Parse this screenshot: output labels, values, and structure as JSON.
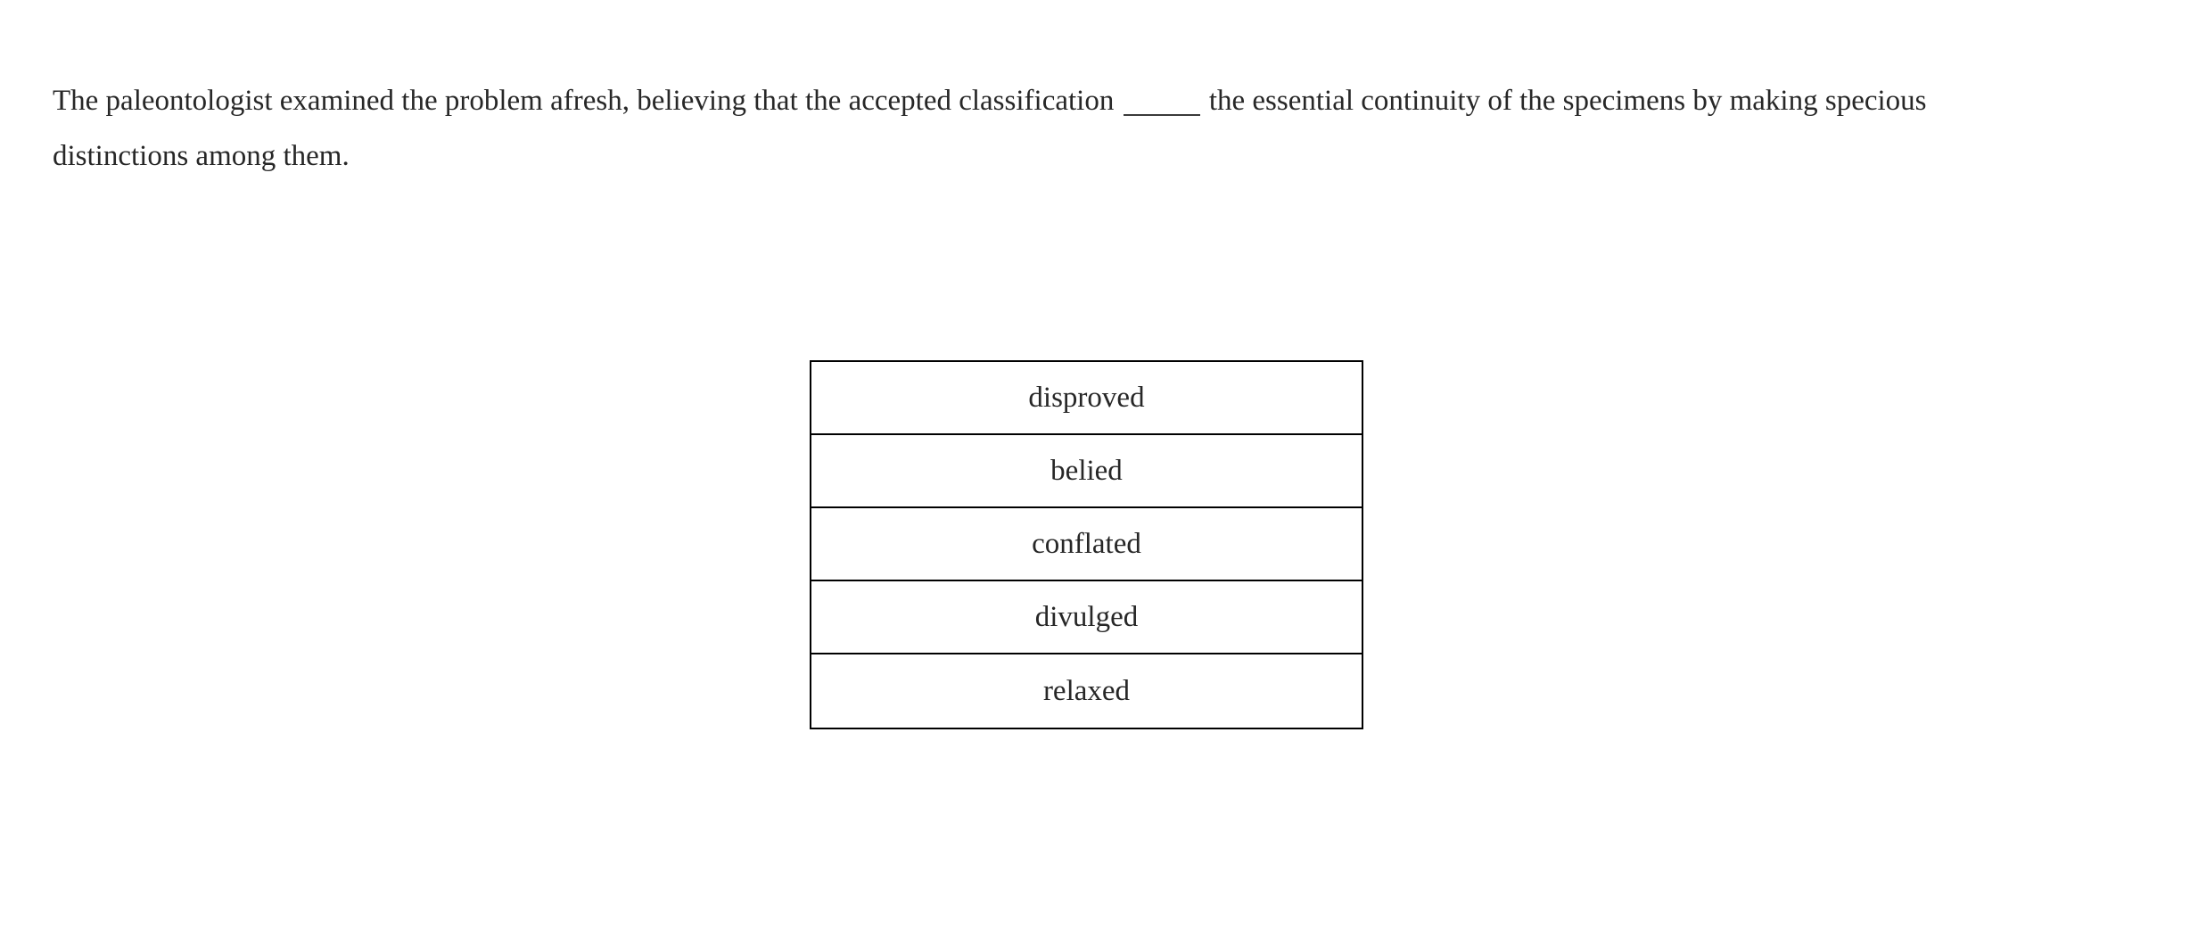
{
  "page": {
    "background_color": "#ffffff",
    "text_color": "#272727",
    "border_color": "#000000"
  },
  "question": {
    "text_before_blank": "The paleontologist examined the problem afresh, believing that the accepted classification ",
    "blank": "______",
    "text_after_blank": " the essential continuity of the specimens by making specious distinctions among them.",
    "full_text": "The paleontologist examined the problem afresh, believing that the accepted classification ______ the essential continuity of the specimens by making specious distinctions among them."
  },
  "answer_choices": {
    "items": [
      {
        "label": "disproved"
      },
      {
        "label": "belied"
      },
      {
        "label": "conflated"
      },
      {
        "label": "divulged"
      },
      {
        "label": "relaxed"
      }
    ]
  }
}
